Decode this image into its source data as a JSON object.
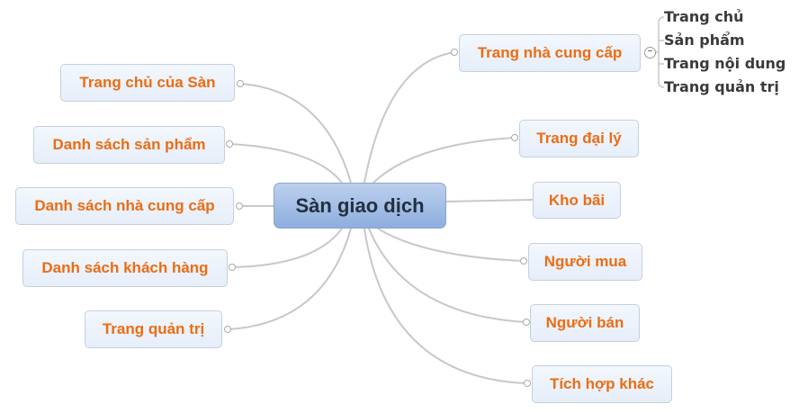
{
  "central_topic": "Sàn giao dịch",
  "left_topics": [
    {
      "label": "Trang chủ của Sàn"
    },
    {
      "label": "Danh sách sản phẩm"
    },
    {
      "label": "Danh sách nhà cung cấp"
    },
    {
      "label": "Danh sách khách hàng"
    },
    {
      "label": "Trang quản trị"
    }
  ],
  "right_topics": [
    {
      "label": "Trang nhà cung cấp",
      "subtopics": [
        "Trang chủ",
        "Sản phẩm",
        "Trang nội dung",
        "Trang quản trị"
      ],
      "collapse_symbol": "−"
    },
    {
      "label": "Trang đại lý"
    },
    {
      "label": "Kho bãi"
    },
    {
      "label": "Người mua"
    },
    {
      "label": "Người bán"
    },
    {
      "label": "Tích hợp khác"
    }
  ],
  "colors": {
    "topic_text": "#ec6c12",
    "central_fill": "#9bb7e3",
    "connector": "#c8c8c8"
  }
}
